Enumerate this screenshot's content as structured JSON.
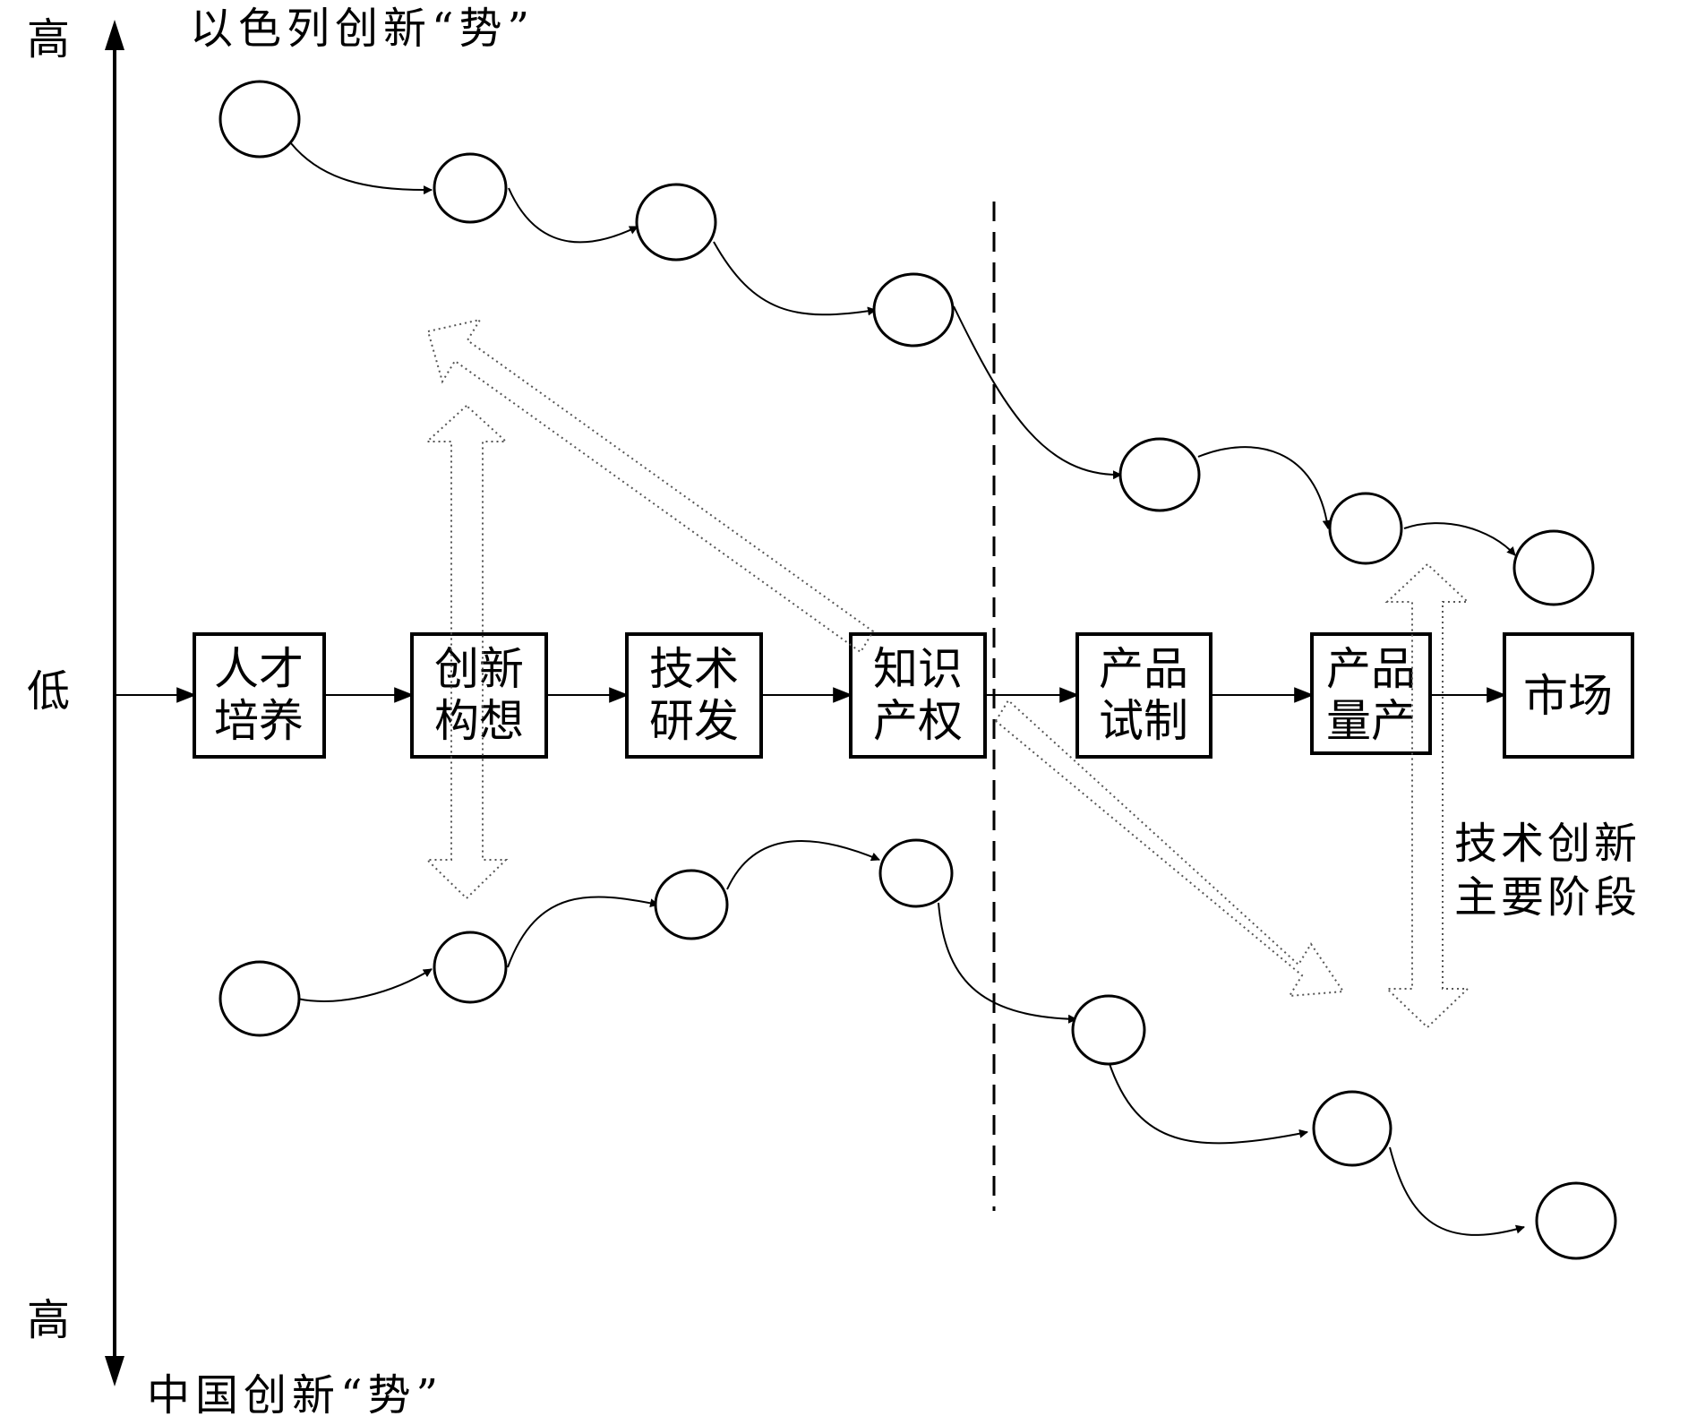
{
  "axis": {
    "top_label": "高",
    "middle_label": "低",
    "bottom_label": "高"
  },
  "titles": {
    "israel": "以色列创新“势”",
    "china": "中国创新“势”"
  },
  "stages": [
    {
      "line1": "人才",
      "line2": "培养"
    },
    {
      "line1": "创新",
      "line2": "构想"
    },
    {
      "line1": "技术",
      "line2": "研发"
    },
    {
      "line1": "知识",
      "line2": "产权"
    },
    {
      "line1": "产品",
      "line2": "试制"
    },
    {
      "line1": "产品",
      "line2": "量产"
    },
    {
      "line1": "市场",
      "line2": ""
    }
  ],
  "annotation": {
    "line1": "技术创新",
    "line2": "主要阶段"
  }
}
